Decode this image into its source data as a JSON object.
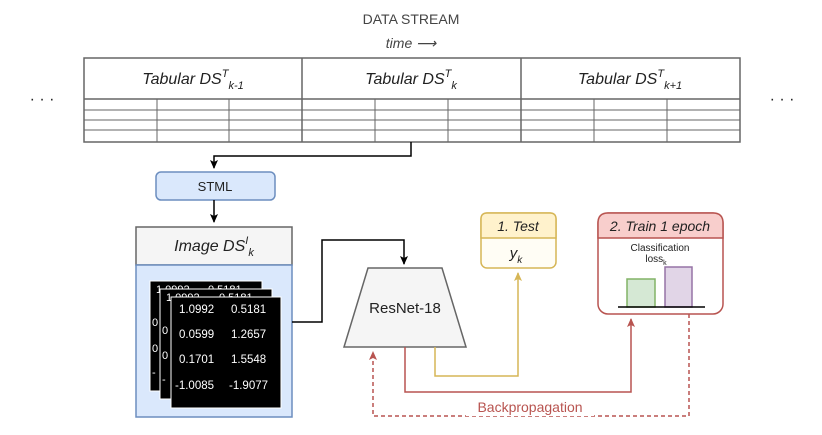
{
  "header": {
    "title": "DATA STREAM",
    "time_label": "time ⟶"
  },
  "stream": {
    "ellipsis_left": "· · ·",
    "ellipsis_right": "· · ·",
    "segments": [
      {
        "label_base": "Tabular DS",
        "label_sup": "T",
        "label_sub": "k-1"
      },
      {
        "label_base": "Tabular DS",
        "label_sup": "T",
        "label_sub": "k"
      },
      {
        "label_base": "Tabular DS",
        "label_sup": "T",
        "label_sub": "k+1"
      }
    ]
  },
  "stml": {
    "label": "STML"
  },
  "image_ds": {
    "label_base": "Image DS",
    "label_sup": "I",
    "label_sub": "k"
  },
  "matrices": {
    "back2": {
      "row1": [
        "1.0992",
        "0.5181"
      ],
      "side": [
        "0",
        "0",
        "-"
      ]
    },
    "back1": {
      "row1": [
        "1.0992",
        "0.5181"
      ],
      "side": [
        "0",
        "0",
        "-"
      ]
    },
    "front": {
      "rows": [
        [
          "1.0992",
          "0.5181"
        ],
        [
          "0.0599",
          "1.2657"
        ],
        [
          "0.1701",
          "1.5548"
        ],
        [
          "-1.0085",
          "-1.9077"
        ]
      ]
    }
  },
  "model": {
    "label": "ResNet-18"
  },
  "test": {
    "title": "1. Test",
    "output_base": "y",
    "output_sub": "k"
  },
  "train": {
    "title": "2. Train 1 epoch",
    "loss_line1": "Classification",
    "loss_line2_base": "loss",
    "loss_line2_sub": "k"
  },
  "backprop": {
    "label": "Backpropagation"
  },
  "colors": {
    "table_border": "#666666",
    "stml_fill": "#dae8fc",
    "stml_border": "#6c8ebf",
    "test_fill": "#fff2cc",
    "test_border": "#d6b656",
    "train_fill": "#f8cecc",
    "train_border": "#b85450",
    "bar_green_fill": "#d5e8d4",
    "bar_green_border": "#82b366",
    "bar_purple_fill": "#e1d5e7",
    "bar_purple_border": "#9673a6",
    "gold_arrow": "#d6b656",
    "red_arrow": "#b85450",
    "model_fill": "#f5f5f5",
    "model_border": "#666666"
  }
}
